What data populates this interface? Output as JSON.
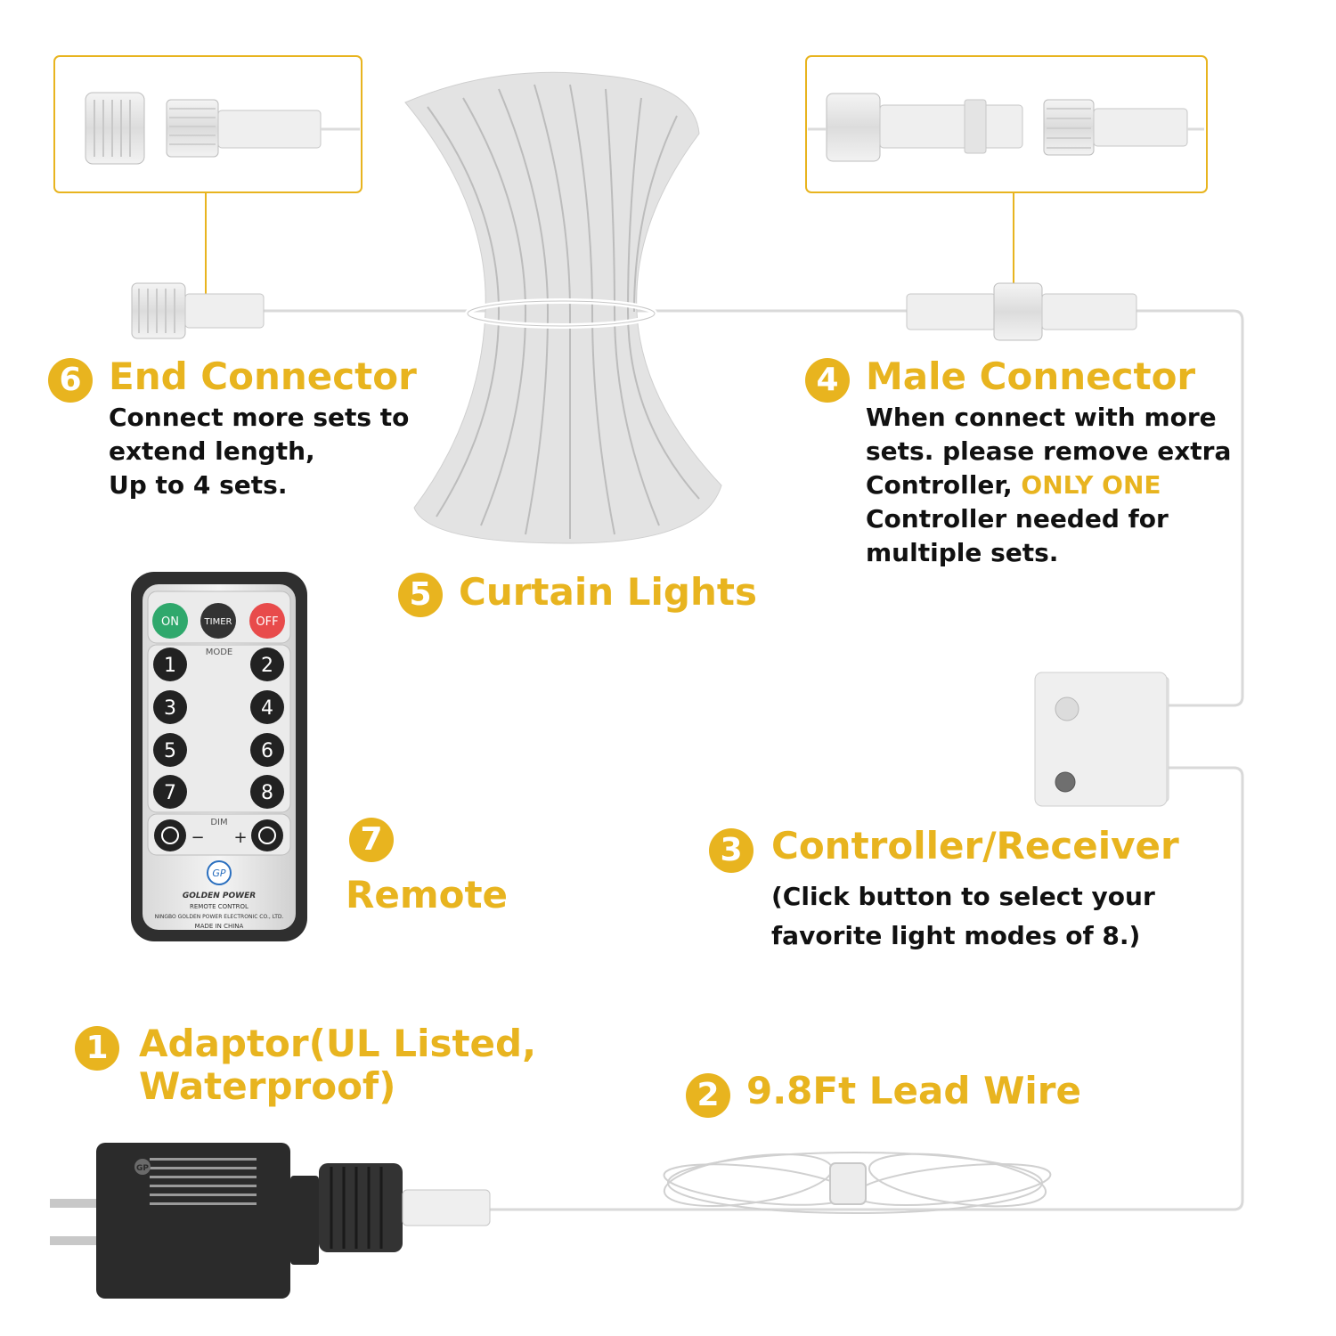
{
  "colors": {
    "accent": "#e8b41f",
    "text": "#111111",
    "wire": "#d9d9d9"
  },
  "callouts": {
    "end_connector": {
      "number": "6",
      "title": "End Connector",
      "lines": [
        "Connect more sets to",
        "extend length,",
        "Up to 4 sets."
      ]
    },
    "male_connector": {
      "number": "4",
      "title": "Male Connector",
      "lines": [
        "When connect with more",
        "sets. please remove extra"
      ],
      "line3_prefix": "Controller, ",
      "line3_highlight": "ONLY ONE",
      "lines_after": [
        "Controller needed for",
        "multiple sets."
      ]
    },
    "curtain_lights": {
      "number": "5",
      "title": "Curtain Lights"
    },
    "remote": {
      "number": "7",
      "title": "Remote"
    },
    "controller": {
      "number": "3",
      "title": "Controller/Receiver",
      "lines": [
        "(Click button to select your",
        "favorite light modes of 8.)"
      ]
    },
    "adaptor": {
      "number": "1",
      "title_lines": [
        "Adaptor(UL Listed,",
        "Waterproof)"
      ]
    },
    "lead_wire": {
      "number": "2",
      "title": "9.8Ft Lead Wire"
    }
  },
  "remote_control": {
    "on": "ON",
    "timer": "TIMER",
    "off": "OFF",
    "mode": "MODE",
    "keys": [
      "1",
      "2",
      "3",
      "4",
      "5",
      "6",
      "7",
      "8"
    ],
    "dim": "DIM",
    "minus": "−",
    "plus": "+",
    "logo": "GP",
    "brand": "GOLDEN POWER",
    "subtitle": "REMOTE CONTROL",
    "company": "NINGBO GOLDEN POWER ELECTRONIC CO., LTD.",
    "origin": "MADE IN CHINA"
  },
  "adaptor_label": {
    "logo": "GP"
  }
}
